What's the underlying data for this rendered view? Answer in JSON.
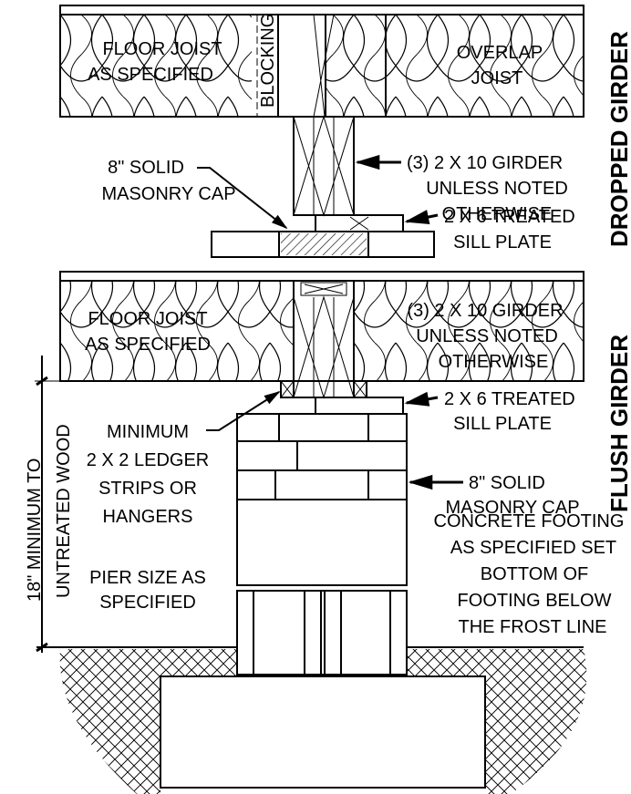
{
  "titles": {
    "dropped": "DROPPED GIRDER",
    "flush": "FLUSH GIRDER"
  },
  "dropped": {
    "floor_joist": [
      "FLOOR JOIST",
      "AS SPECIFIED"
    ],
    "blocking": "BLOCKING",
    "overlap_joist": [
      "OVERLAP",
      "JOIST"
    ],
    "girder": [
      "(3) 2 X 10 GIRDER",
      "UNLESS NOTED",
      "OTHERWISE"
    ],
    "masonry_cap": [
      "8\" SOLID",
      "MASONRY CAP"
    ],
    "sill_plate": [
      "2 X 6 TREATED",
      "SILL PLATE"
    ]
  },
  "flush": {
    "floor_joist": [
      "FLOOR JOIST",
      "AS SPECIFIED"
    ],
    "girder": [
      "(3) 2 X 10 GIRDER",
      "UNLESS NOTED",
      "OTHERWISE"
    ],
    "sill_plate": [
      "2 X 6 TREATED",
      "SILL PLATE"
    ],
    "ledger": [
      "MINIMUM",
      "2 X 2 LEDGER",
      "STRIPS OR",
      "HANGERS"
    ],
    "masonry_cap": [
      "8\" SOLID",
      "MASONRY CAP"
    ],
    "pier_size": [
      "PIER SIZE AS",
      "SPECIFIED"
    ],
    "footing": [
      "CONCRETE FOOTING",
      "AS SPECIFIED SET",
      "BOTTOM OF",
      "FOOTING BELOW",
      "THE FROST LINE"
    ],
    "clearance": [
      "18\" MINIMUM TO",
      "UNTREATED WOOD"
    ]
  }
}
